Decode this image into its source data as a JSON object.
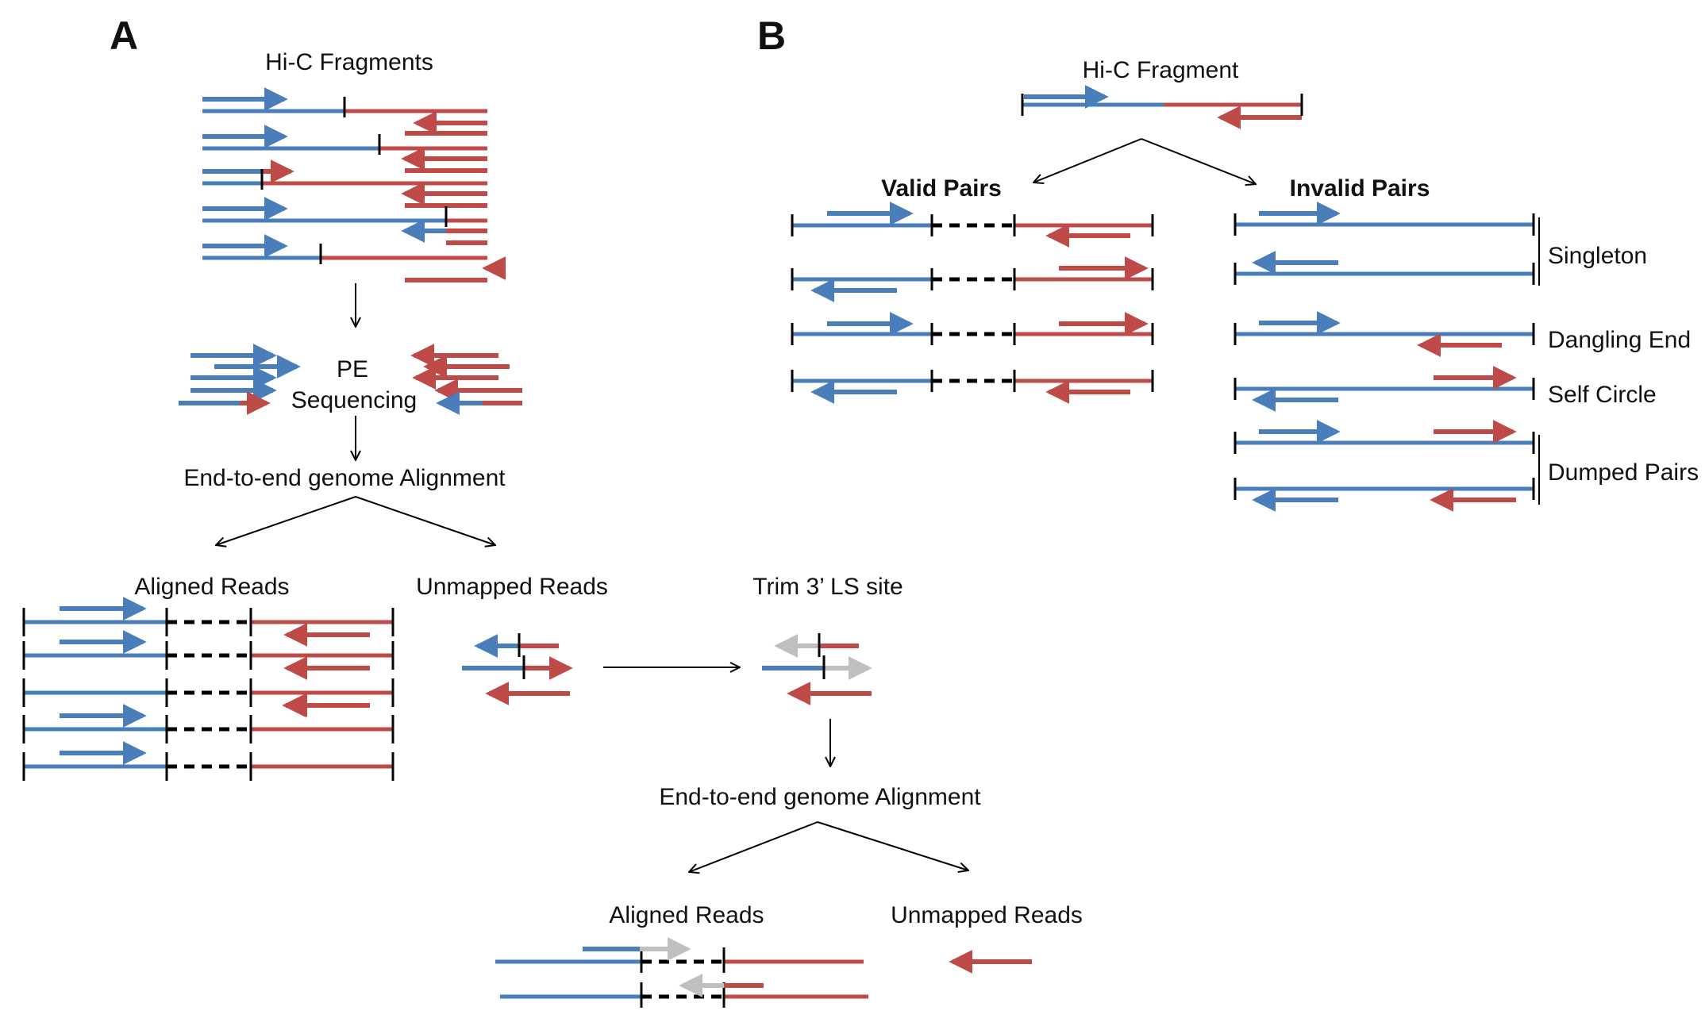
{
  "colors": {
    "blue": "#4a7ebb",
    "red": "#be4b48",
    "gray": "#bfbfbf",
    "black": "#000000"
  },
  "panel_a": {
    "letter": "A",
    "hic_fragments": "Hi-C Fragments",
    "pe_sequencing_line1": "PE",
    "pe_sequencing_line2": "Sequencing",
    "alignment_1": "End-to-end genome Alignment",
    "aligned_reads": "Aligned Reads",
    "unmapped_reads": "Unmapped Reads",
    "trim_label": "Trim 3’ LS site",
    "alignment_2": "End-to-end genome Alignment",
    "aligned_reads_2": "Aligned Reads",
    "unmapped_reads_2": "Unmapped Reads"
  },
  "panel_b": {
    "letter": "B",
    "hic_fragment": "Hi-C Fragment",
    "valid_pairs": "Valid Pairs",
    "invalid_pairs": "Invalid Pairs",
    "singleton": "Singleton",
    "dangling_end": "Dangling End",
    "self_circle": "Self Circle",
    "dumped_pairs": "Dumped Pairs"
  }
}
